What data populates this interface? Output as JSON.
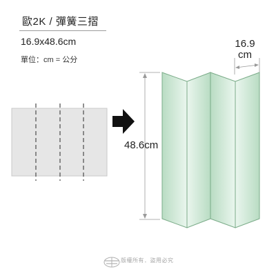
{
  "header": {
    "title": "歐2K / 彈簧三摺",
    "size": "16.9x48.6cm",
    "unit_note": "單位：cm = 公分"
  },
  "dimensions": {
    "height_label": "48.6cm",
    "width_label_value": "16.9",
    "width_label_unit": "cm"
  },
  "footer": {
    "copyright": "版權所有．盜用必究"
  },
  "colors": {
    "panel_fill": "#cfe8d6",
    "panel_stroke": "#6fa57d",
    "flat_fill": "#e6e6e6",
    "arrow": "#111111"
  },
  "icons": {
    "arrow": "right-arrow-icon",
    "logo": "brand-logo-icon"
  }
}
